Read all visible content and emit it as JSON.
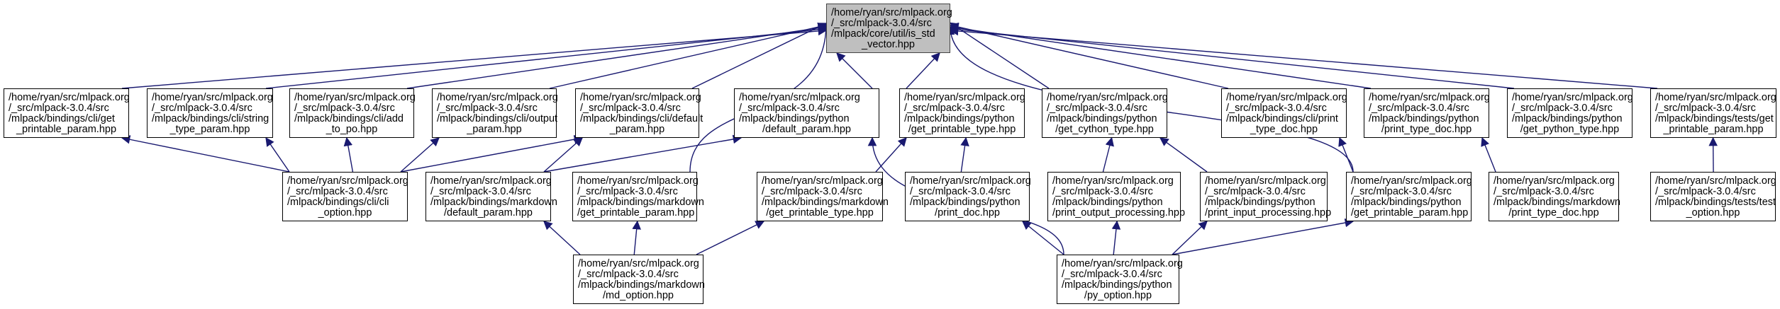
{
  "diagram": {
    "type": "include-dependency-graph",
    "edge_color": "#191970",
    "focus_fill": "#bfbfbf",
    "nodes": [
      {
        "id": "top",
        "lines": [
          "/home/ryan/src/mlpack.org",
          "/_src/mlpack-3.0.4/src",
          "/mlpack/core/util/is_std",
          "_vector.hpp"
        ]
      },
      {
        "id": "n1",
        "lines": [
          "/home/ryan/src/mlpack.org",
          "/_src/mlpack-3.0.4/src",
          "/mlpack/bindings/cli/get",
          "_printable_param.hpp"
        ]
      },
      {
        "id": "n2",
        "lines": [
          "/home/ryan/src/mlpack.org",
          "/_src/mlpack-3.0.4/src",
          "/mlpack/bindings/cli/string",
          "_type_param.hpp"
        ]
      },
      {
        "id": "n3",
        "lines": [
          "/home/ryan/src/mlpack.org",
          "/_src/mlpack-3.0.4/src",
          "/mlpack/bindings/cli/add",
          "_to_po.hpp"
        ]
      },
      {
        "id": "n4",
        "lines": [
          "/home/ryan/src/mlpack.org",
          "/_src/mlpack-3.0.4/src",
          "/mlpack/bindings/cli/output",
          "_param.hpp"
        ]
      },
      {
        "id": "n5",
        "lines": [
          "/home/ryan/src/mlpack.org",
          "/_src/mlpack-3.0.4/src",
          "/mlpack/bindings/cli/default",
          "_param.hpp"
        ]
      },
      {
        "id": "n6",
        "lines": [
          "/home/ryan/src/mlpack.org",
          "/_src/mlpack-3.0.4/src",
          "/mlpack/bindings/python",
          "/default_param.hpp"
        ]
      },
      {
        "id": "n7",
        "lines": [
          "/home/ryan/src/mlpack.org",
          "/_src/mlpack-3.0.4/src",
          "/mlpack/bindings/python",
          "/get_printable_type.hpp"
        ]
      },
      {
        "id": "n8",
        "lines": [
          "/home/ryan/src/mlpack.org",
          "/_src/mlpack-3.0.4/src",
          "/mlpack/bindings/python",
          "/get_cython_type.hpp"
        ]
      },
      {
        "id": "n9",
        "lines": [
          "/home/ryan/src/mlpack.org",
          "/_src/mlpack-3.0.4/src",
          "/mlpack/bindings/cli/print",
          "_type_doc.hpp"
        ]
      },
      {
        "id": "n10",
        "lines": [
          "/home/ryan/src/mlpack.org",
          "/_src/mlpack-3.0.4/src",
          "/mlpack/bindings/python",
          "/print_type_doc.hpp"
        ]
      },
      {
        "id": "n11",
        "lines": [
          "/home/ryan/src/mlpack.org",
          "/_src/mlpack-3.0.4/src",
          "/mlpack/bindings/python",
          "/get_python_type.hpp"
        ]
      },
      {
        "id": "n12",
        "lines": [
          "/home/ryan/src/mlpack.org",
          "/_src/mlpack-3.0.4/src",
          "/mlpack/bindings/tests/get",
          "_printable_param.hpp"
        ]
      },
      {
        "id": "m1",
        "lines": [
          "/home/ryan/src/mlpack.org",
          "/_src/mlpack-3.0.4/src",
          "/mlpack/bindings/cli/cli",
          "_option.hpp"
        ]
      },
      {
        "id": "m2",
        "lines": [
          "/home/ryan/src/mlpack.org",
          "/_src/mlpack-3.0.4/src",
          "/mlpack/bindings/markdown",
          "/default_param.hpp"
        ]
      },
      {
        "id": "m3",
        "lines": [
          "/home/ryan/src/mlpack.org",
          "/_src/mlpack-3.0.4/src",
          "/mlpack/bindings/markdown",
          "/get_printable_param.hpp"
        ]
      },
      {
        "id": "m4",
        "lines": [
          "/home/ryan/src/mlpack.org",
          "/_src/mlpack-3.0.4/src",
          "/mlpack/bindings/markdown",
          "/get_printable_type.hpp"
        ]
      },
      {
        "id": "m5",
        "lines": [
          "/home/ryan/src/mlpack.org",
          "/_src/mlpack-3.0.4/src",
          "/mlpack/bindings/python",
          "/print_doc.hpp"
        ]
      },
      {
        "id": "m6",
        "lines": [
          "/home/ryan/src/mlpack.org",
          "/_src/mlpack-3.0.4/src",
          "/mlpack/bindings/python",
          "/print_output_processing.hpp"
        ]
      },
      {
        "id": "m7",
        "lines": [
          "/home/ryan/src/mlpack.org",
          "/_src/mlpack-3.0.4/src",
          "/mlpack/bindings/python",
          "/print_input_processing.hpp"
        ]
      },
      {
        "id": "m8",
        "lines": [
          "/home/ryan/src/mlpack.org",
          "/_src/mlpack-3.0.4/src",
          "/mlpack/bindings/python",
          "/get_printable_param.hpp"
        ]
      },
      {
        "id": "m9",
        "lines": [
          "/home/ryan/src/mlpack.org",
          "/_src/mlpack-3.0.4/src",
          "/mlpack/bindings/markdown",
          "/print_type_doc.hpp"
        ]
      },
      {
        "id": "m10",
        "lines": [
          "/home/ryan/src/mlpack.org",
          "/_src/mlpack-3.0.4/src",
          "/mlpack/bindings/tests/test",
          "_option.hpp"
        ]
      },
      {
        "id": "b1",
        "lines": [
          "/home/ryan/src/mlpack.org",
          "/_src/mlpack-3.0.4/src",
          "/mlpack/bindings/markdown",
          "/md_option.hpp"
        ]
      },
      {
        "id": "b2",
        "lines": [
          "/home/ryan/src/mlpack.org",
          "/_src/mlpack-3.0.4/src",
          "/mlpack/bindings/python",
          "/py_option.hpp"
        ]
      }
    ],
    "edges": [
      {
        "from": "n1",
        "to": "top"
      },
      {
        "from": "n2",
        "to": "top"
      },
      {
        "from": "n3",
        "to": "top"
      },
      {
        "from": "n4",
        "to": "top"
      },
      {
        "from": "n5",
        "to": "top"
      },
      {
        "from": "n6",
        "to": "top"
      },
      {
        "from": "n7",
        "to": "top"
      },
      {
        "from": "n8",
        "to": "top"
      },
      {
        "from": "n9",
        "to": "top"
      },
      {
        "from": "n10",
        "to": "top"
      },
      {
        "from": "n11",
        "to": "top"
      },
      {
        "from": "n12",
        "to": "top"
      },
      {
        "from": "m3",
        "to": "top"
      },
      {
        "from": "m8",
        "to": "top"
      },
      {
        "from": "m1",
        "to": "n1"
      },
      {
        "from": "m1",
        "to": "n2"
      },
      {
        "from": "m1",
        "to": "n3"
      },
      {
        "from": "m1",
        "to": "n4"
      },
      {
        "from": "m1",
        "to": "n5"
      },
      {
        "from": "m2",
        "to": "n5"
      },
      {
        "from": "m2",
        "to": "n6"
      },
      {
        "from": "b2",
        "to": "n6"
      },
      {
        "from": "m4",
        "to": "n7"
      },
      {
        "from": "m5",
        "to": "n7"
      },
      {
        "from": "m6",
        "to": "n8"
      },
      {
        "from": "m7",
        "to": "n8"
      },
      {
        "from": "m8",
        "to": "n9"
      },
      {
        "from": "m9",
        "to": "n10"
      },
      {
        "from": "m10",
        "to": "n12"
      },
      {
        "from": "b1",
        "to": "m2"
      },
      {
        "from": "b1",
        "to": "m3"
      },
      {
        "from": "b1",
        "to": "m4"
      },
      {
        "from": "b2",
        "to": "m5"
      },
      {
        "from": "b2",
        "to": "m6"
      },
      {
        "from": "b2",
        "to": "m7"
      },
      {
        "from": "b2",
        "to": "m8"
      }
    ]
  }
}
